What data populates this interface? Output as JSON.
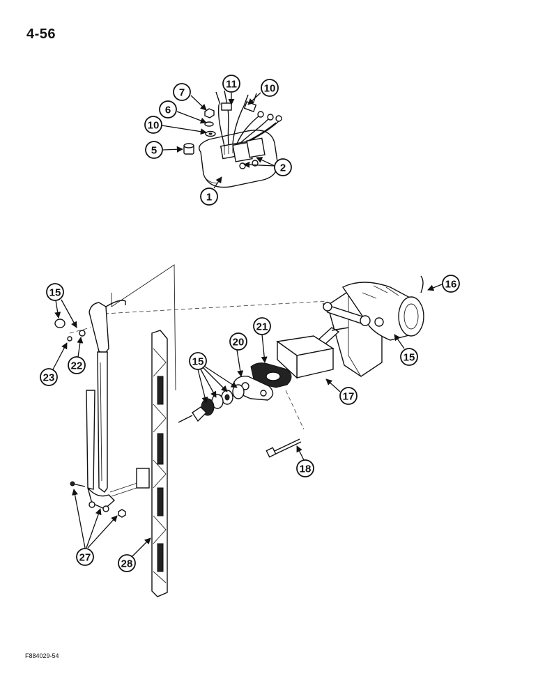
{
  "page": {
    "number": "4-56",
    "figure_code": "F884029-54"
  },
  "callouts": {
    "c1": "1",
    "c2": "2",
    "c5": "5",
    "c6": "6",
    "c7": "7",
    "c10a": "10",
    "c10b": "10",
    "c11": "11",
    "c15a": "15",
    "c15b": "15",
    "c15c": "15",
    "c16": "16",
    "c17": "17",
    "c18": "18",
    "c20": "20",
    "c21": "21",
    "c22": "22",
    "c23": "23",
    "c27": "27",
    "c28": "28"
  }
}
